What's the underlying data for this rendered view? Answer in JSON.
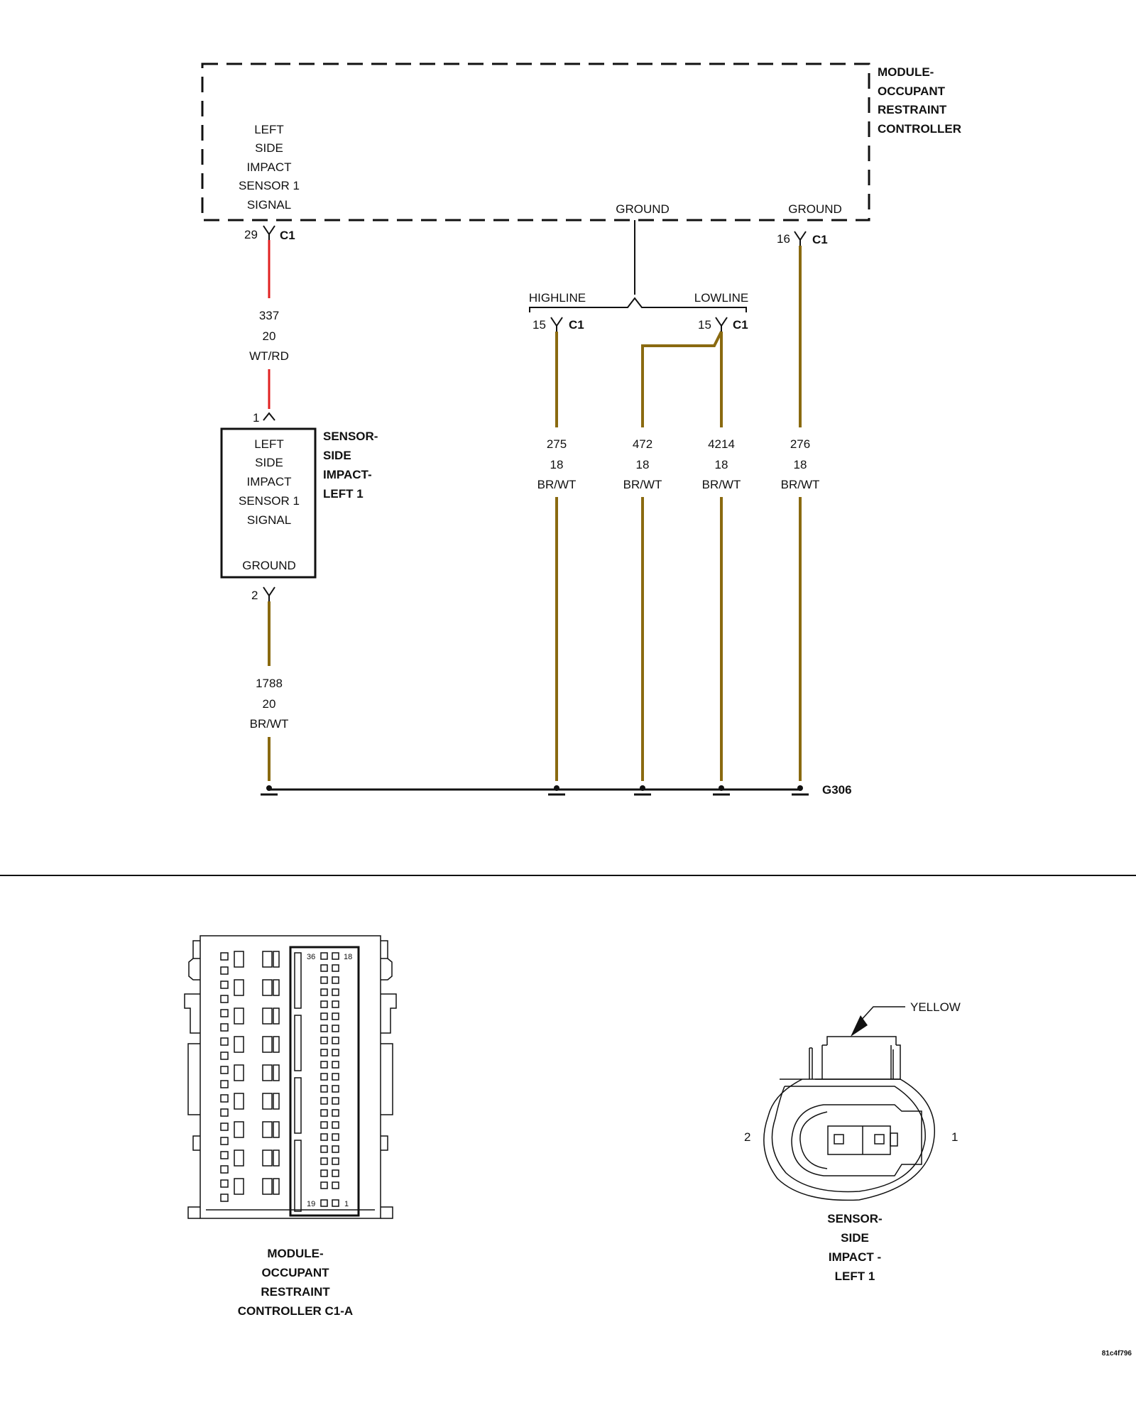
{
  "module": {
    "name_lines": [
      "MODULE-",
      "OCCUPANT",
      "RESTRAINT",
      "CONTROLLER"
    ],
    "pin_signal_lines": [
      "LEFT",
      "SIDE",
      "IMPACT",
      "SENSOR 1",
      "SIGNAL"
    ],
    "ground_label_1": "GROUND",
    "ground_label_2": "GROUND"
  },
  "connectors": {
    "signal_pin": "29",
    "signal_conn": "C1",
    "ground2_pin": "16",
    "ground2_conn": "C1",
    "highline_label": "HIGHLINE",
    "highline_pin": "15",
    "highline_conn": "C1",
    "lowline_label": "LOWLINE",
    "lowline_pin": "15",
    "lowline_conn": "C1"
  },
  "wires": {
    "signal": {
      "circuit": "337",
      "gauge": "20",
      "color": "WT/RD"
    },
    "sensor_ground": {
      "circuit": "1788",
      "gauge": "20",
      "color": "BR/WT"
    },
    "w275": {
      "circuit": "275",
      "gauge": "18",
      "color": "BR/WT"
    },
    "w472": {
      "circuit": "472",
      "gauge": "18",
      "color": "BR/WT"
    },
    "w4214": {
      "circuit": "4214",
      "gauge": "18",
      "color": "BR/WT"
    },
    "w276": {
      "circuit": "276",
      "gauge": "18",
      "color": "BR/WT"
    }
  },
  "sensor": {
    "name_lines": [
      "SENSOR-",
      "SIDE",
      "IMPACT-",
      "LEFT 1"
    ],
    "signal_lines": [
      "LEFT",
      "SIDE",
      "IMPACT",
      "SENSOR 1",
      "SIGNAL"
    ],
    "ground_label": "GROUND",
    "pin1": "1",
    "pin2": "2"
  },
  "ground_point": "G306",
  "connector_views": {
    "c1a": {
      "title_lines": [
        "MODULE-",
        "OCCUPANT",
        "RESTRAINT",
        "CONTROLLER C1-A"
      ],
      "pin_36": "36",
      "pin_18": "18",
      "pin_19": "19",
      "pin_1": "1"
    },
    "sensor": {
      "title_lines": [
        "SENSOR-",
        "SIDE",
        "IMPACT -",
        "LEFT 1"
      ],
      "color_label": "YELLOW",
      "pin_left": "2",
      "pin_right": "1"
    }
  },
  "diagram_id": "81c4f796",
  "colors": {
    "br_wt": "#8a6a10",
    "wt_rd": "#e02020"
  }
}
